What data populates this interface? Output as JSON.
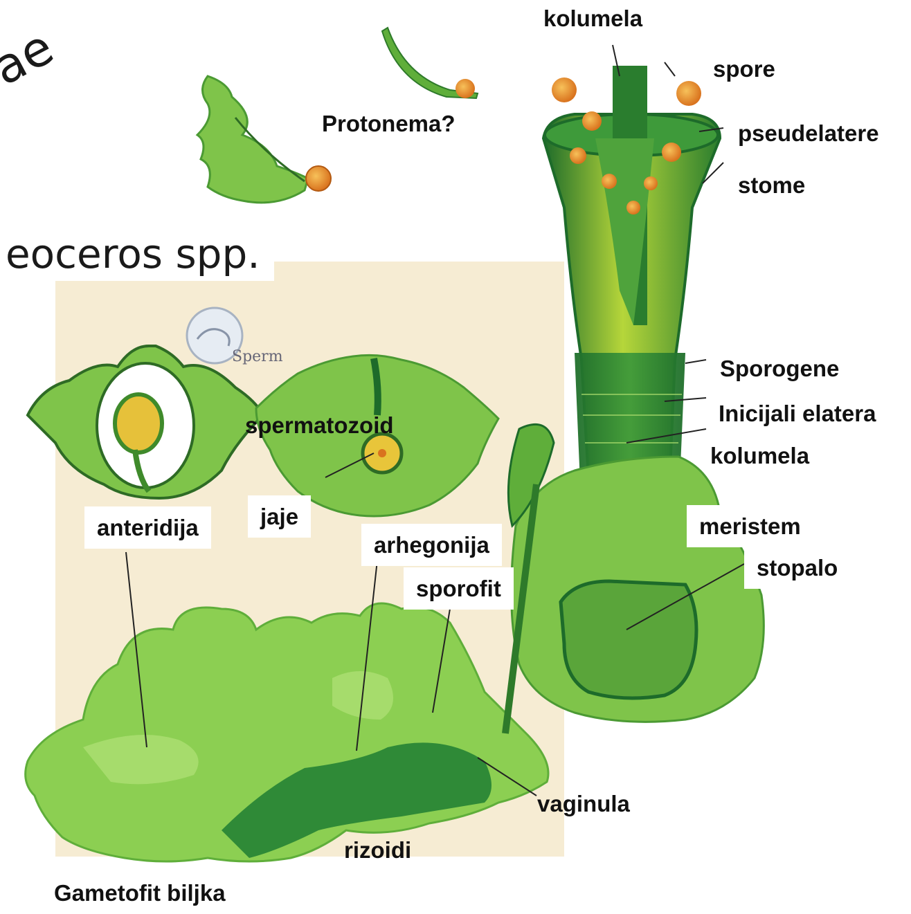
{
  "labels": {
    "kolumela_top": "kolumela",
    "spore": "spore",
    "pseudelatere": "pseudelatere",
    "stome": "stome",
    "protonema": "Protonema?",
    "sporogene": "Sporogene",
    "inicijali_elatera": "Inicijali elatera",
    "kolumela_mid": "kolumela",
    "meristem": "meristem",
    "stopalo": "stopalo",
    "spermatozoid": "spermatozoid",
    "anteridija": "anteridija",
    "jaje": "jaje",
    "arhegonija": "arhegonija",
    "sporofit": "sporofit",
    "vaginula": "vaginula",
    "rizoidi": "rizoidi",
    "gametofit": "Gametofit biljka",
    "sperm_tag": "Sperm"
  },
  "title_fragments": {
    "top_left": "ae",
    "genus": "eoceros  spp."
  },
  "colors": {
    "panel_bg": "#f6ecd3",
    "leaf_light": "#8ccf52",
    "leaf_mid": "#5fae3a",
    "leaf_dark": "#1d6b2a",
    "sporophyte_light": "#b6d63a",
    "spore_orange": "#e8902a"
  }
}
